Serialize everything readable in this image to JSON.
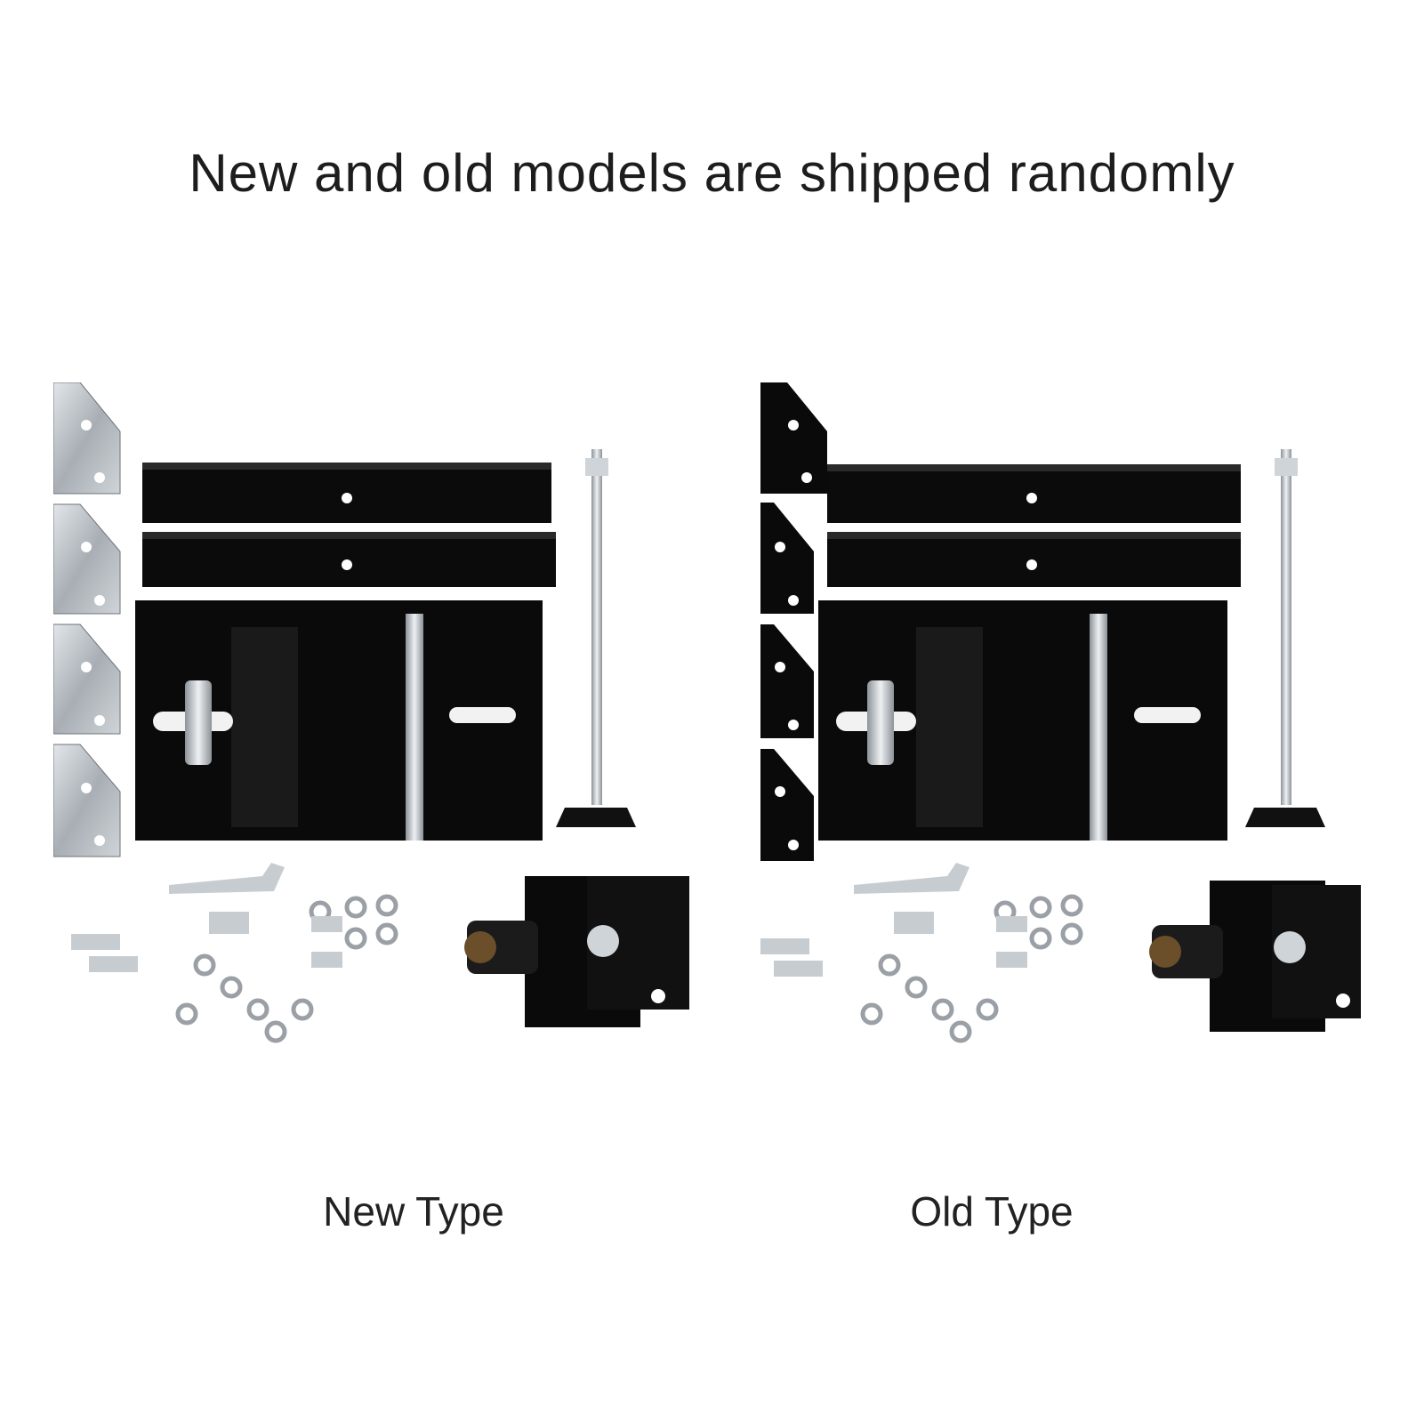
{
  "headline": "New and old models are shipped randomly",
  "kits": {
    "new": {
      "label": "New Type",
      "plate_color": "#b9bec3",
      "accent": "#0a0a0a"
    },
    "old": {
      "label": "Old Type",
      "plate_color": "#0a0a0a",
      "accent": "#0a0a0a"
    }
  }
}
